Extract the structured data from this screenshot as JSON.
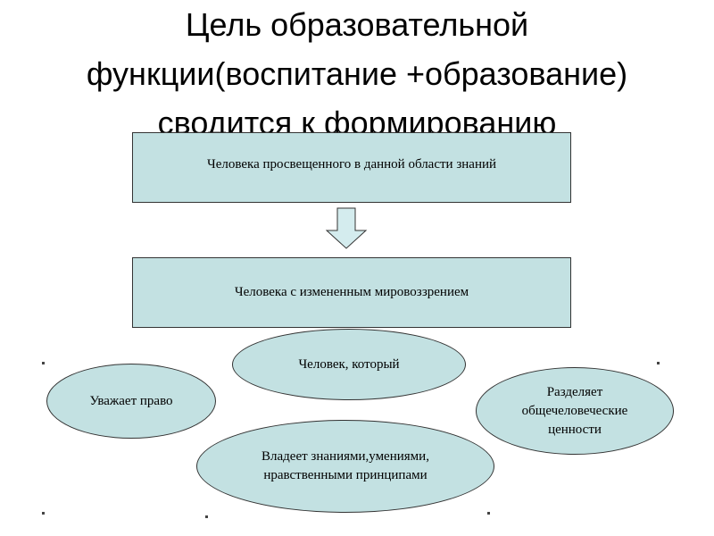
{
  "title": {
    "line1": "Цель образовательной",
    "line2": "функции(воспитание +образование)",
    "line3": "сводится к формированию"
  },
  "boxes": {
    "top": "Человека просвещенного в данной области знаний",
    "middle": "Человека с измененным мировоззрением"
  },
  "ellipses": {
    "center": "Человек, который",
    "left": "Уважает право",
    "right": {
      "line1": "Разделяет",
      "line2": "общечеловеческие",
      "line3": "ценности"
    },
    "bottom": {
      "line1": "Владеет знаниями,умениями,",
      "line2": "нравственными принципами"
    }
  },
  "colors": {
    "shape_fill": "#c3e1e2",
    "arrow_fill": "#d4ecee"
  }
}
